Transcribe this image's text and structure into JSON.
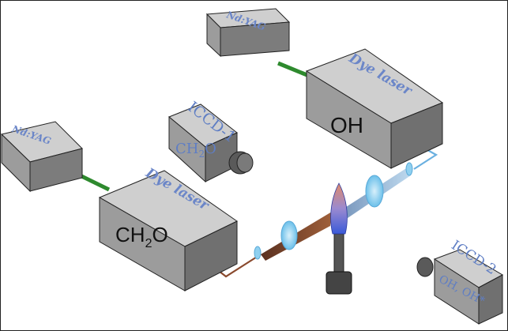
{
  "diagram": {
    "nd_yag_top": "Nd:YAG",
    "dye_laser_oh": "Dye laser",
    "oh_label": "OH",
    "iccd1_name": "ICCD-1",
    "iccd1_species_base": "CH",
    "iccd1_species_sub": "2",
    "iccd1_species_tail": "O",
    "nd_yag_left": "Nd:YAG",
    "dye_laser_ch2o": "Dye laser",
    "ch2o_base": "CH",
    "ch2o_sub": "2",
    "ch2o_tail": "O",
    "iccd2_name": "ICCD-2",
    "iccd2_species": "OH, OH*"
  },
  "colors": {
    "box_front": "#9c9c9c",
    "box_top": "#cfcfcf",
    "box_side": "#707070",
    "green_beam": "#2e8a2e",
    "copper_beam": "#8a4a2e",
    "blue_beam": "#9cc4e4",
    "lens": "#7fc8ec",
    "label_blue": "#6b86c8"
  }
}
